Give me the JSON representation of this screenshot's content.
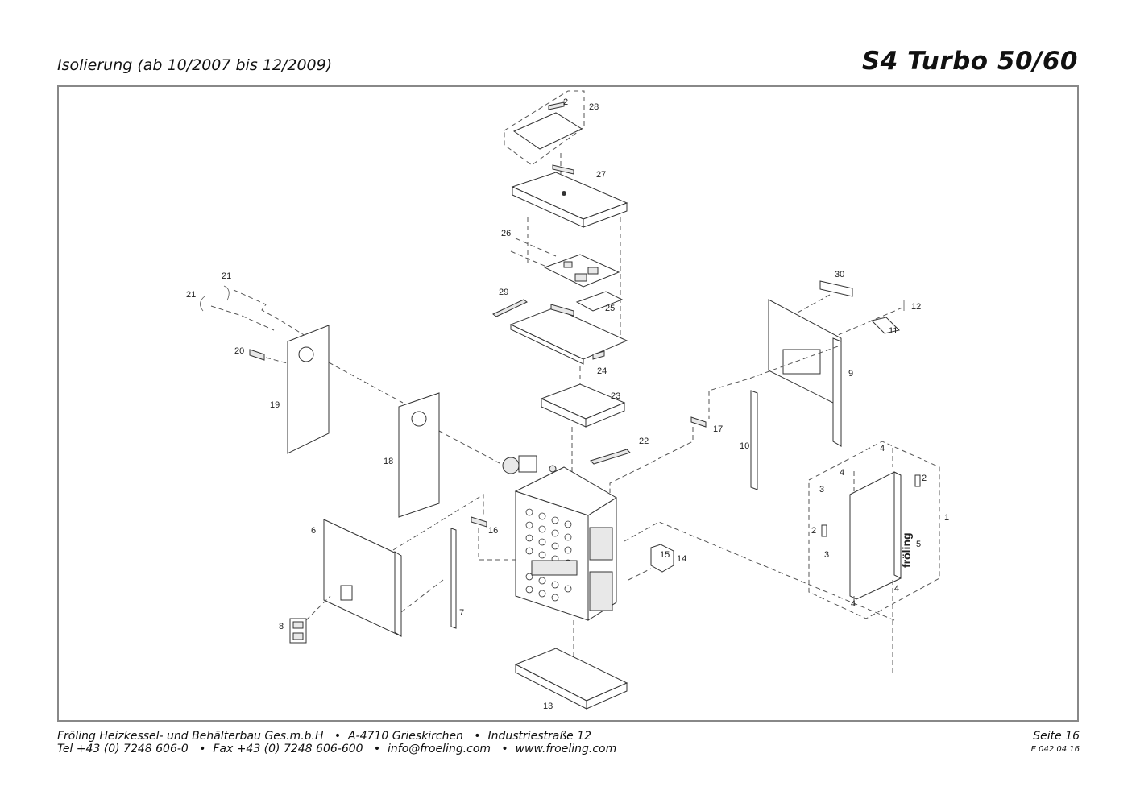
{
  "header": {
    "subtitle": "Isolierung (ab 10/2007 bis 12/2009)",
    "model": "S4 Turbo 50/60"
  },
  "footer": {
    "line1": "Fröling Heizkessel- und Behälterbau Ges.m.b.H   •  A-4710 Grieskirchen   •  Industriestraße 12",
    "line2": "Tel +43 (0) 7248 606-0   •  Fax +43 (0) 7248 606-600   •  info@froeling.com   •  www.froeling.com",
    "page": "Seite 16",
    "doc_number": "E 042 04 16"
  },
  "part_labels": {
    "p1": "1",
    "p2a": "2",
    "p2b": "2",
    "p2c": "2",
    "p3a": "3",
    "p3b": "3",
    "p4a": "4",
    "p4b": "4",
    "p4c": "4",
    "p4d": "4",
    "p5": "5",
    "p6": "6",
    "p7": "7",
    "p8": "8",
    "p9": "9",
    "p10": "10",
    "p11": "11",
    "p12": "12",
    "p13": "13",
    "p14": "14",
    "p15": "15",
    "p16": "16",
    "p17": "17",
    "p18": "18",
    "p19": "19",
    "p20": "20",
    "p21a": "21",
    "p21b": "21",
    "p22": "22",
    "p23": "23",
    "p24": "24",
    "p25": "25",
    "p26": "26",
    "p27": "27",
    "p28": "28",
    "p29": "29",
    "p30": "30"
  },
  "logo_text": "fröling"
}
